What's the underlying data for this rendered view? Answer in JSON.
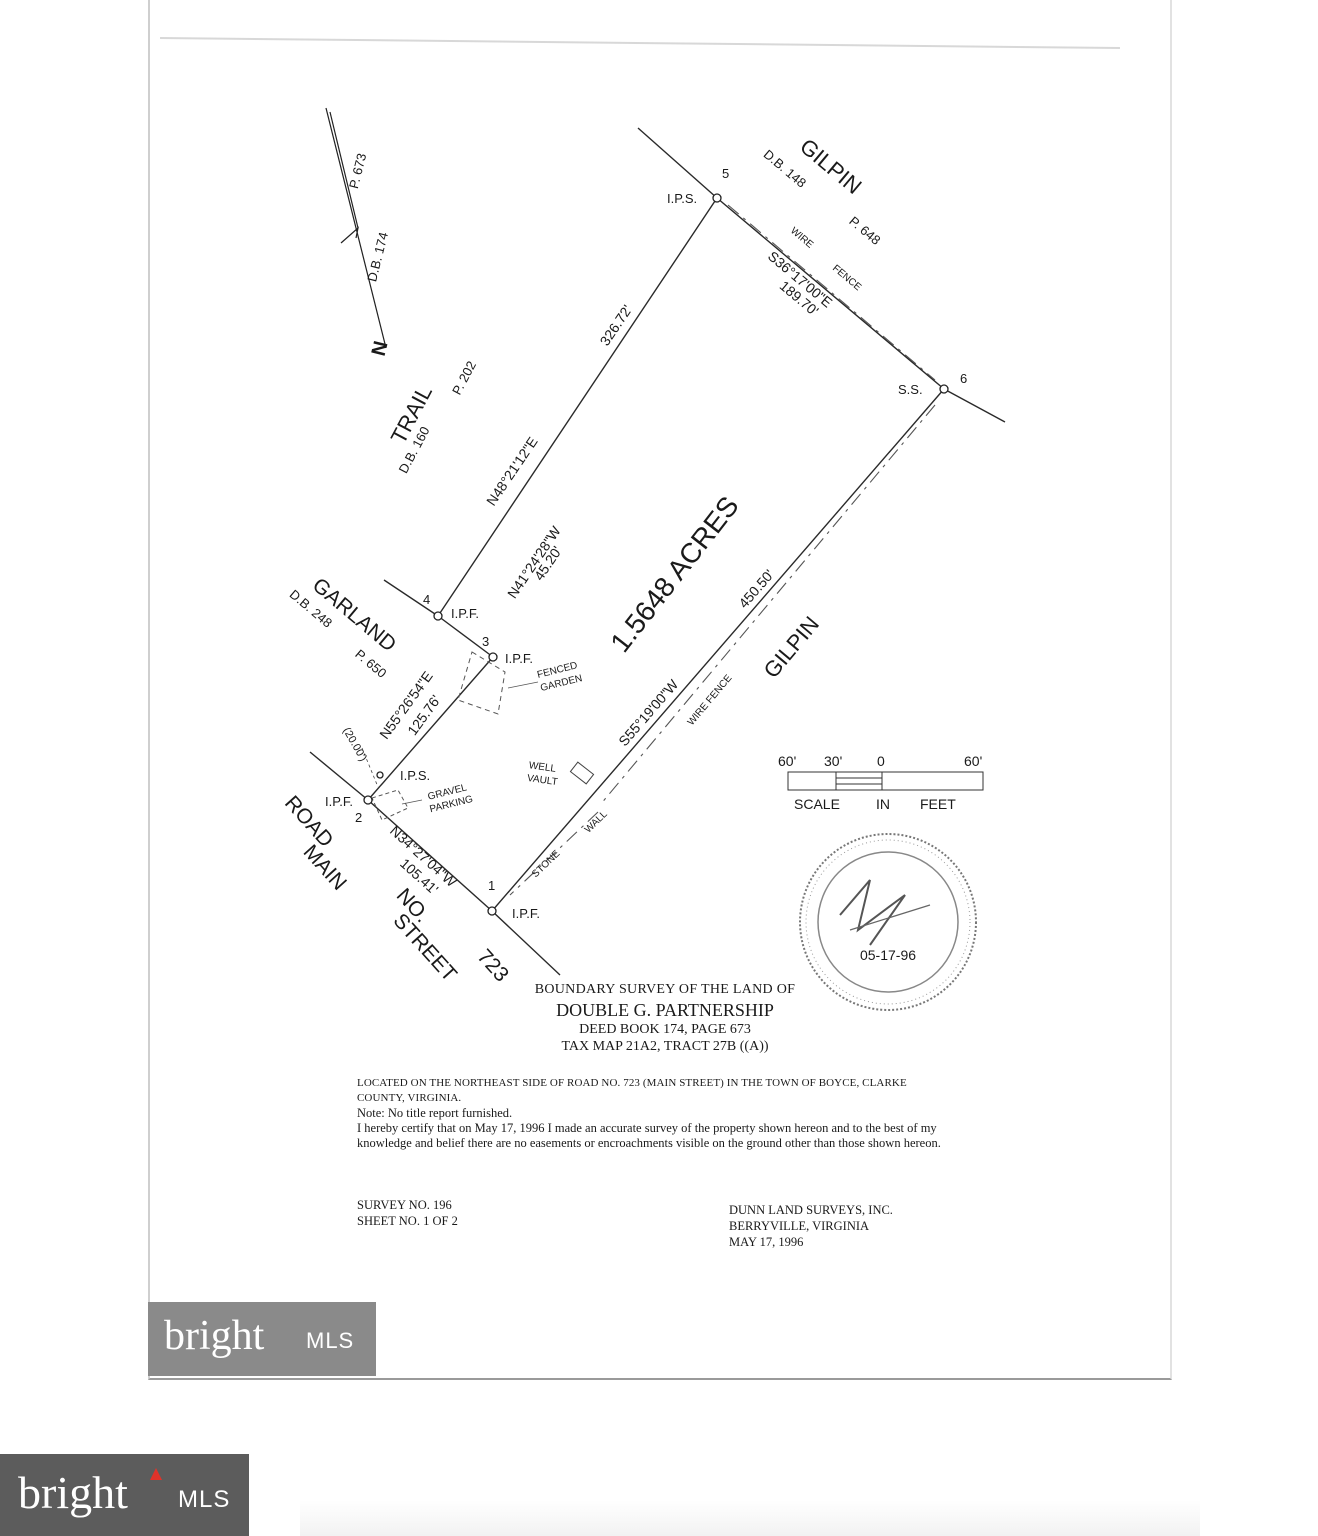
{
  "plat": {
    "north_arrow": {
      "letter": "N",
      "deed": "D.B. 174",
      "page": "P. 673"
    },
    "trail": {
      "name": "TRAIL",
      "deed": "D.B. 160",
      "page": "P. 202"
    },
    "gilpin_top": {
      "name": "GILPIN",
      "deed": "D.B. 148",
      "page": "P. 648"
    },
    "gilpin_right": {
      "name": "GILPIN"
    },
    "garland": {
      "name": "GARLAND",
      "deed": "D.B. 248",
      "page": "P. 650"
    },
    "road": {
      "line1": "ROAD",
      "line2": "NO.",
      "line3": "723",
      "line4": "MAIN",
      "line5": "STREET"
    },
    "area": "1.5648 ACRES",
    "points": {
      "p1": {
        "num": "1",
        "label": "I.P.F."
      },
      "p2": {
        "num": "2",
        "label": "I.P.F."
      },
      "p2b": {
        "label": "I.P.S."
      },
      "p3": {
        "num": "3",
        "label": "I.P.F."
      },
      "p4": {
        "num": "4",
        "label": "I.P.F."
      },
      "p5": {
        "num": "5",
        "label": "I.P.S."
      },
      "p6": {
        "num": "6",
        "label": "S.S."
      }
    },
    "courses": {
      "c45_bearing": "N48°21'12\"E",
      "c45_dist": "326.72'",
      "c56_bearing": "S36°17'00\"E",
      "c56_dist": "189.70'",
      "c61_bearing": "S55°19'00\"W",
      "c61_dist": "450.50'",
      "c12_bearing": "N34°27'04\"W",
      "c12_dist": "105.41'",
      "c23_bearing": "N55°26'54\"E",
      "c23_dist": "125.76'",
      "c34_bearing": "N41°24'28\"W",
      "c34_dist": "45.20'",
      "setback": "(20.00')"
    },
    "features": {
      "wire_fence_top": {
        "w1": "WIRE",
        "w2": "FENCE"
      },
      "wire_fence_right": "WIRE FENCE",
      "stone_wall": {
        "w1": "STONE",
        "w2": "WALL"
      },
      "fenced_garden": {
        "w1": "FENCED",
        "w2": "GARDEN"
      },
      "gravel_parking": {
        "w1": "GRAVEL",
        "w2": "PARKING"
      },
      "well_vault": {
        "w1": "WELL",
        "w2": "VAULT"
      }
    },
    "scale": {
      "t60a": "60'",
      "t30": "30'",
      "t0": "0",
      "t60b": "60'",
      "w1": "SCALE",
      "w2": "IN",
      "w3": "FEET"
    },
    "seal": {
      "date": "05-17-96"
    }
  },
  "title": {
    "line1": "BOUNDARY SURVEY OF THE LAND OF",
    "line2": "DOUBLE G. PARTNERSHIP",
    "line3": "DEED BOOK 174, PAGE 673",
    "line4": "TAX MAP 21A2, TRACT 27B ((A))"
  },
  "notes": {
    "location": "LOCATED ON THE NORTHEAST SIDE OF ROAD NO. 723 (MAIN STREET) IN THE TOWN OF BOYCE, CLARKE COUNTY, VIRGINIA.",
    "note": "Note: No title report furnished.",
    "certification": "I hereby certify that on May 17, 1996 I made an accurate survey of the property shown hereon and to the best of my knowledge and belief there are no easements or encroachments visible on the ground other than those shown hereon."
  },
  "survey": {
    "number": "SURVEY NO. 196",
    "sheet": "SHEET NO. 1 OF 2"
  },
  "surveyor": {
    "firm": "DUNN LAND SURVEYS, INC.",
    "city": "BERRYVILLE, VIRGINIA",
    "date": "MAY 17, 1996"
  },
  "watermark": {
    "word": "bright",
    "suffix": "MLS"
  },
  "accent": "#e0332a"
}
